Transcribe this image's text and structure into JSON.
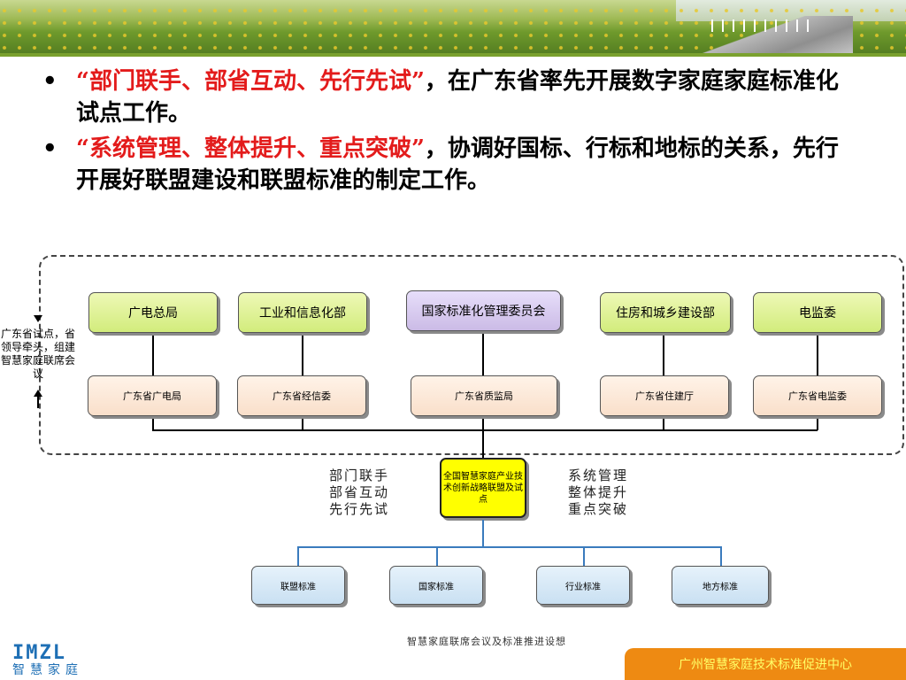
{
  "bullets": [
    {
      "highlight": "“部门联手、部省互动、先行先试”",
      "text": "，在广东省率先开展数字家庭家庭标准化试点工作。"
    },
    {
      "highlight": "“系统管理、整体提升、重点突破”",
      "text": "，协调好国标、行标和地标的关系，先行开展好联盟建设和联盟标准的制定工作。"
    }
  ],
  "side_label": "广东省试点，省领导牵头，组建智慧家庭联席会议",
  "top_row": [
    "广电总局",
    "工业和信息化部",
    "国家标准化管理委员会",
    "住房和城乡建设部",
    "电监委"
  ],
  "mid_row": [
    "广东省广电局",
    "广东省经信委",
    "广东省质监局",
    "广东省住建厅",
    "广东省电监委"
  ],
  "center_box": "全国智慧家庭产业技术创新战略联盟及试点",
  "left_text": [
    "部门联手",
    "部省互动",
    "先行先试"
  ],
  "right_text": [
    "系统管理",
    "整体提升",
    "重点突破"
  ],
  "bottom_row": [
    "联盟标准",
    "国家标准",
    "行业标准",
    "地方标准"
  ],
  "caption": "智慧家庭联席会议及标准推进设想",
  "logo": {
    "mark": "IMZL",
    "text": "智慧家庭"
  },
  "org_name": "广州智慧家庭技术标准促进中心"
}
